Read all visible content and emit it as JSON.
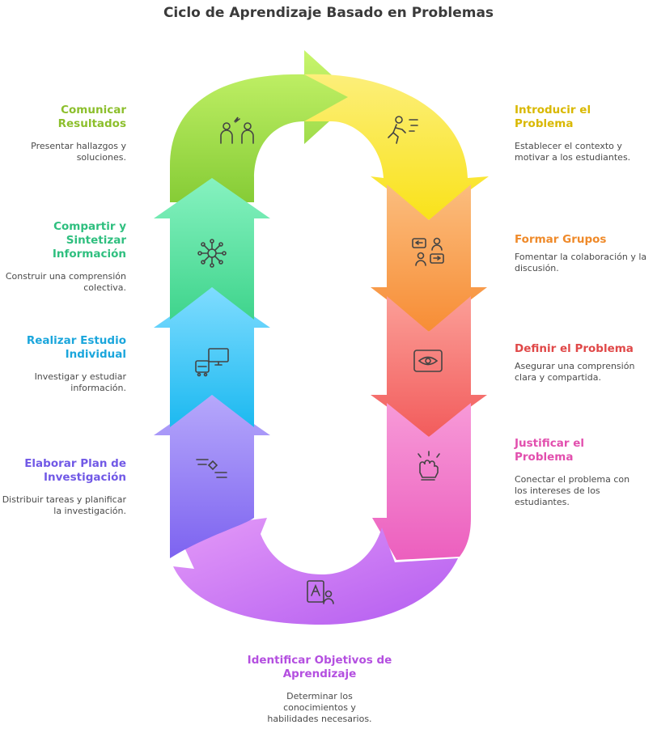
{
  "title": "Ciclo de Aprendizaje Basado en Problemas",
  "colors": {
    "yellow": "#f9e23a",
    "orange": "#f7a04c",
    "red": "#f56d6d",
    "pink": "#f07bc9",
    "purple": "#c277f0",
    "violet": "#8f7cf2",
    "blue": "#2fc4f0",
    "mint": "#4fdc9e",
    "green": "#9ad94c"
  },
  "steps": [
    {
      "id": "introducir",
      "title": "Introducir el Problema",
      "desc": "Establecer el contexto y motivar a los estudiantes.",
      "color": "#d9b800",
      "icon": "running-person-icon"
    },
    {
      "id": "formar",
      "title": "Formar Grupos",
      "desc": "Fomentar la colaboración y la discusión.",
      "color": "#ef8a2a",
      "icon": "group-chat-icon"
    },
    {
      "id": "definir",
      "title": "Definir el Problema",
      "desc": "Asegurar una comprensión clara y compartida.",
      "color": "#e04848",
      "icon": "eye-icon"
    },
    {
      "id": "justificar",
      "title": "Justificar el Problema",
      "desc": "Conectar el problema con los intereses de los estudiantes.",
      "color": "#e24fae",
      "icon": "fist-icon"
    },
    {
      "id": "identificar",
      "title": "Identificar Objetivos de Aprendizaje",
      "desc": "Determinar los conocimientos y habilidades necesarios.",
      "color": "#b44fe0",
      "icon": "learner-icon"
    },
    {
      "id": "elaborar",
      "title": "Elaborar Plan de Investigación",
      "desc": "Distribuir tareas y planificar la investigación.",
      "color": "#7159e6",
      "icon": "gantt-icon"
    },
    {
      "id": "realizar",
      "title": "Realizar Estudio Individual",
      "desc": "Investigar y estudiar información.",
      "color": "#1ba6dc",
      "icon": "computer-icon"
    },
    {
      "id": "compartir",
      "title": "Compartir y Sintetizar Información",
      "desc": "Construir una comprensión colectiva.",
      "color": "#2fbf7f",
      "icon": "network-icon"
    },
    {
      "id": "comunicar",
      "title": "Comunicar Resultados",
      "desc": "Presentar hallazgos y soluciones.",
      "color": "#8cbf2c",
      "icon": "people-talk-icon"
    }
  ]
}
